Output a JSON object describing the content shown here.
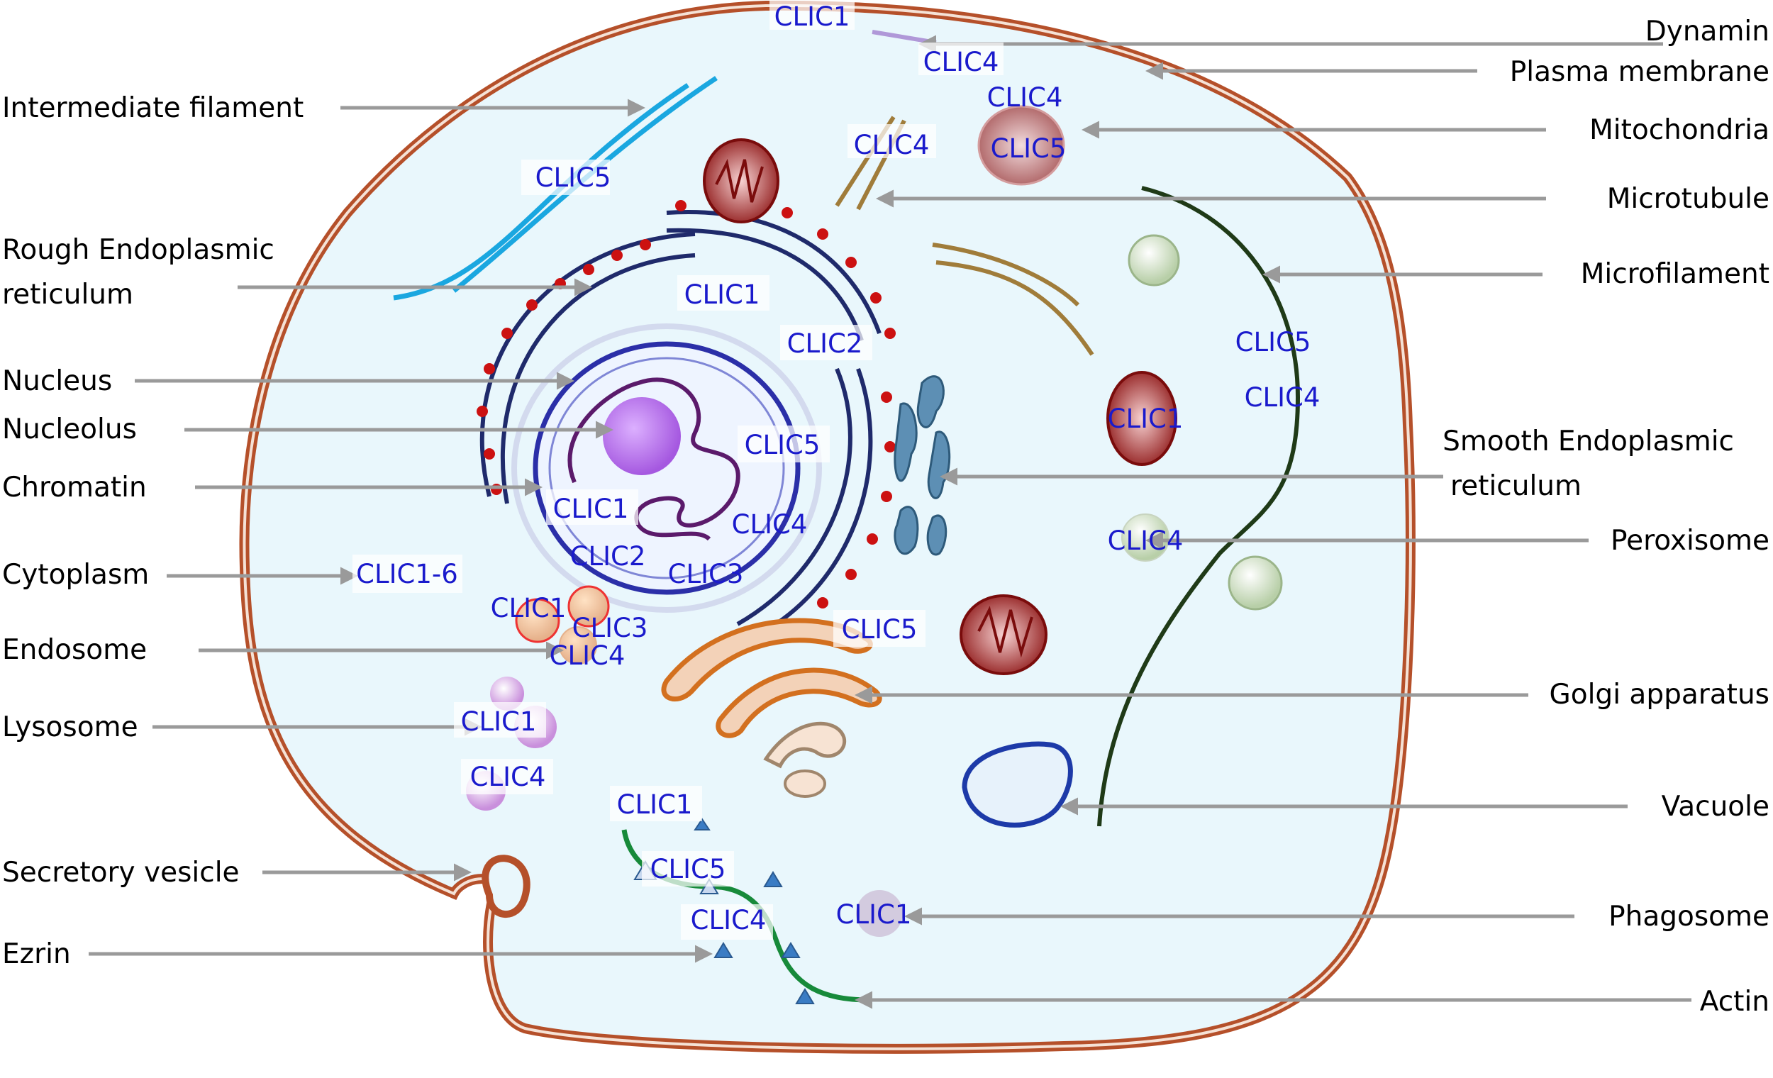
{
  "labels": {
    "dynamin": "Dynamin",
    "plasma_membrane": "Plasma membrane",
    "intermediate_filament": "Intermediate filament",
    "mitochondria": "Mitochondria",
    "microtubule": "Microtubule",
    "rough_er_line1": "Rough Endoplasmic",
    "rough_er_line2": "reticulum",
    "microfilament": "Microfilament",
    "nucleus": "Nucleus",
    "nucleolus": "Nucleolus",
    "smooth_er_line1": "Smooth Endoplasmic",
    "smooth_er_line2": "reticulum",
    "chromatin": "Chromatin",
    "peroxisome": "Peroxisome",
    "cytoplasm": "Cytoplasm",
    "endosome": "Endosome",
    "golgi": "Golgi apparatus",
    "lysosome": "Lysosome",
    "vacuole": "Vacuole",
    "secretory_vesicle": "Secretory vesicle",
    "phagosome": "Phagosome",
    "ezrin": "Ezrin",
    "actin": "Actin"
  },
  "clic_tags": {
    "membrane_top": "CLIC1",
    "dynamin": "CLIC4",
    "mito_top_a": "CLIC4",
    "mito_top_b": "CLIC5",
    "microtubule": "CLIC4",
    "intermediate": "CLIC5",
    "rough_er": "CLIC1",
    "er_2": "CLIC2",
    "microfil_a": "CLIC5",
    "microfil_b": "CLIC4",
    "mito_mid": "CLIC1",
    "nucleus_a": "CLIC5",
    "nucleus_b": "CLIC1",
    "nucleus_c": "CLIC4",
    "nucleus_d": "CLIC2",
    "nucleus_e": "CLIC3",
    "peroxisome": "CLIC4",
    "cytoplasm": "CLIC1-6",
    "endosome_a": "CLIC1",
    "endosome_b": "CLIC3",
    "endosome_c": "CLIC4",
    "golgi": "CLIC5",
    "lysosome_a": "CLIC1",
    "lysosome_b": "CLIC4",
    "actin_a": "CLIC1",
    "actin_b": "CLIC5",
    "actin_c": "CLIC4",
    "phagosome": "CLIC1"
  },
  "colors": {
    "membrane": "#b5502a",
    "cytoplasm": "#e9f7fc",
    "nucleus_envelope": "#1f2a6b",
    "ribosome": "#cc1111",
    "clic_text": "#1a1acc",
    "pointer": "#9a9a9a"
  }
}
